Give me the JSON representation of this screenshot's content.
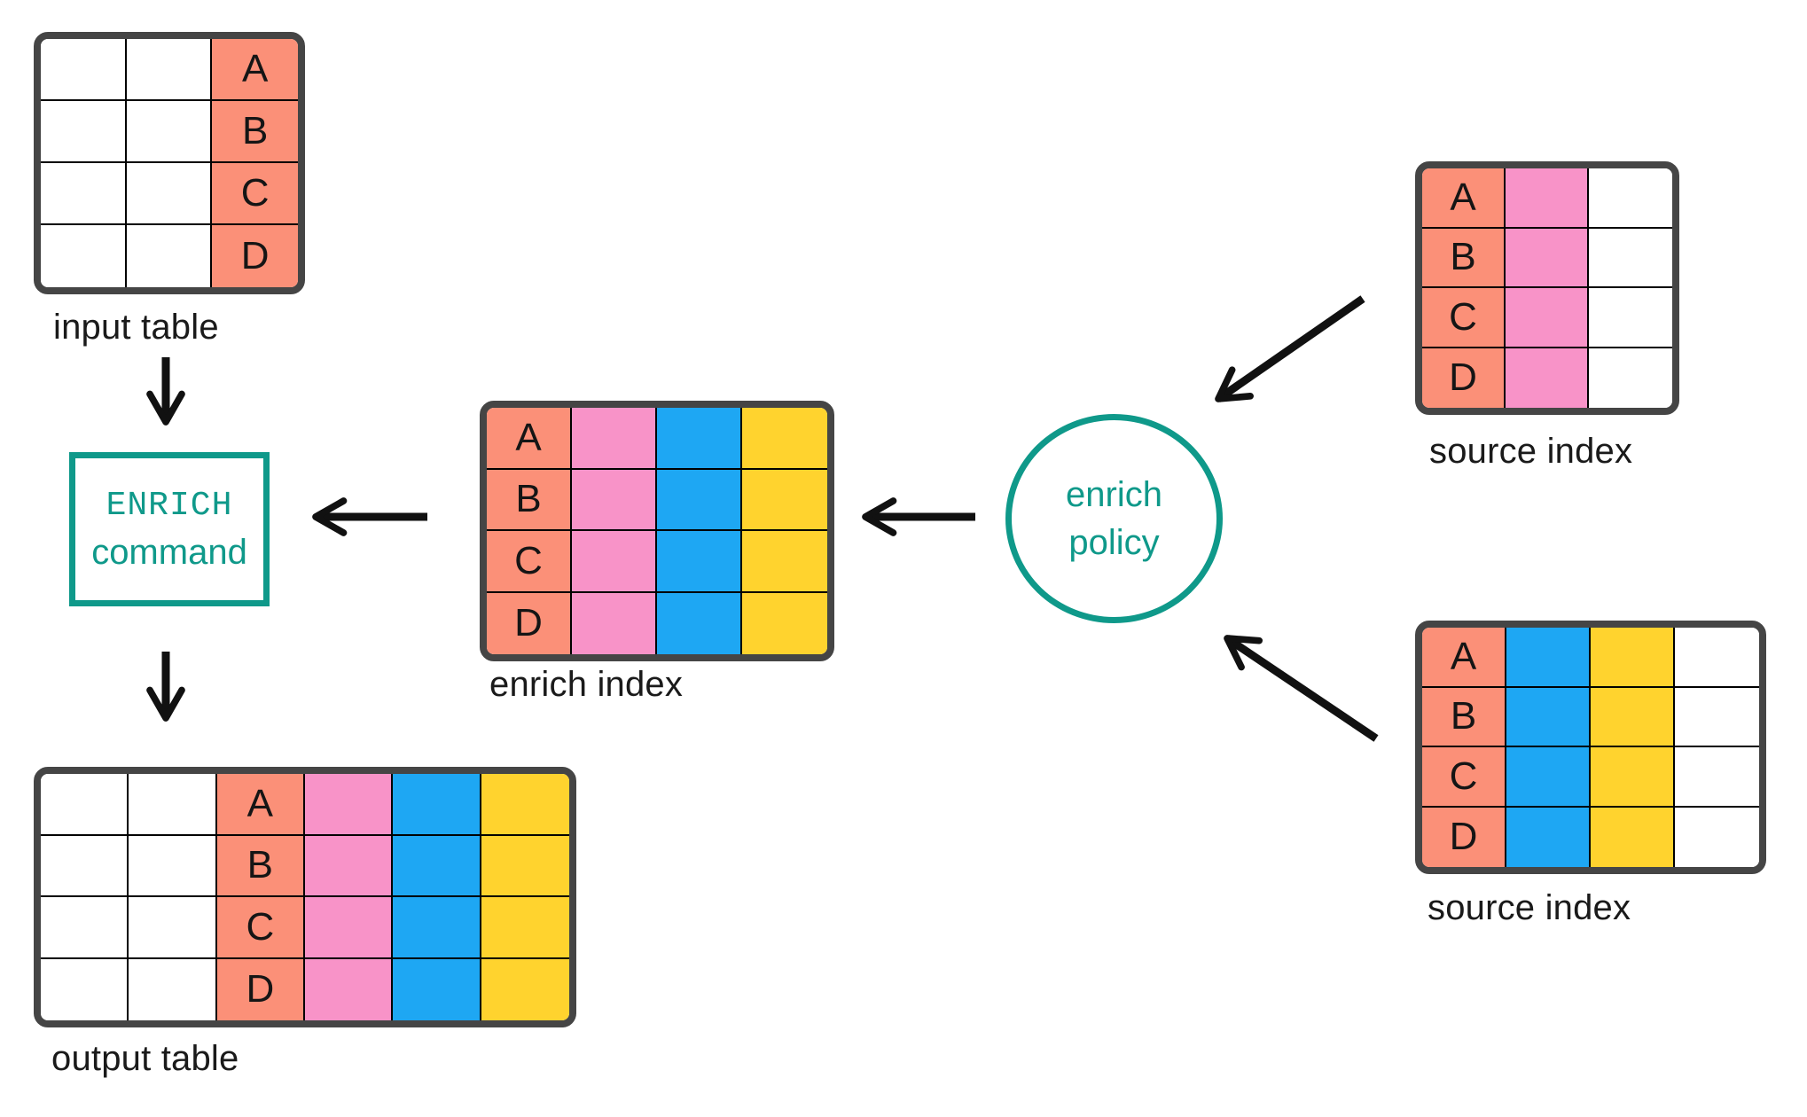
{
  "colors": {
    "white": "#FFFFFF",
    "salmon": "#FB9078",
    "pink": "#F893C8",
    "blue": "#1EA7F3",
    "yellow": "#FFD32E",
    "teal": "#0F998A",
    "table_border": "#454545",
    "arrow": "#111111"
  },
  "tables": {
    "input": {
      "label": "input table",
      "row_keys": [
        "A",
        "B",
        "C",
        "D"
      ],
      "columns": [
        {
          "color": "white",
          "letters": false
        },
        {
          "color": "white",
          "letters": false
        },
        {
          "color": "salmon",
          "letters": true
        }
      ]
    },
    "enrich_index": {
      "label": "enrich index",
      "row_keys": [
        "A",
        "B",
        "C",
        "D"
      ],
      "columns": [
        {
          "color": "salmon",
          "letters": true
        },
        {
          "color": "pink",
          "letters": false
        },
        {
          "color": "blue",
          "letters": false
        },
        {
          "color": "yellow",
          "letters": false
        }
      ]
    },
    "source_top": {
      "label": "source index",
      "row_keys": [
        "A",
        "B",
        "C",
        "D"
      ],
      "columns": [
        {
          "color": "salmon",
          "letters": true
        },
        {
          "color": "pink",
          "letters": false
        },
        {
          "color": "white",
          "letters": false
        }
      ]
    },
    "source_bottom": {
      "label": "source index",
      "row_keys": [
        "A",
        "B",
        "C",
        "D"
      ],
      "columns": [
        {
          "color": "salmon",
          "letters": true
        },
        {
          "color": "blue",
          "letters": false
        },
        {
          "color": "yellow",
          "letters": false
        },
        {
          "color": "white",
          "letters": false
        }
      ]
    },
    "output": {
      "label": "output table",
      "row_keys": [
        "A",
        "B",
        "C",
        "D"
      ],
      "columns": [
        {
          "color": "white",
          "letters": false
        },
        {
          "color": "white",
          "letters": false
        },
        {
          "color": "salmon",
          "letters": true
        },
        {
          "color": "pink",
          "letters": false
        },
        {
          "color": "blue",
          "letters": false
        },
        {
          "color": "yellow",
          "letters": false
        }
      ]
    }
  },
  "nodes": {
    "enrich_command": {
      "line1": "ENRICH",
      "line2": "command"
    },
    "enrich_policy": {
      "line1": "enrich",
      "line2": "policy"
    }
  }
}
